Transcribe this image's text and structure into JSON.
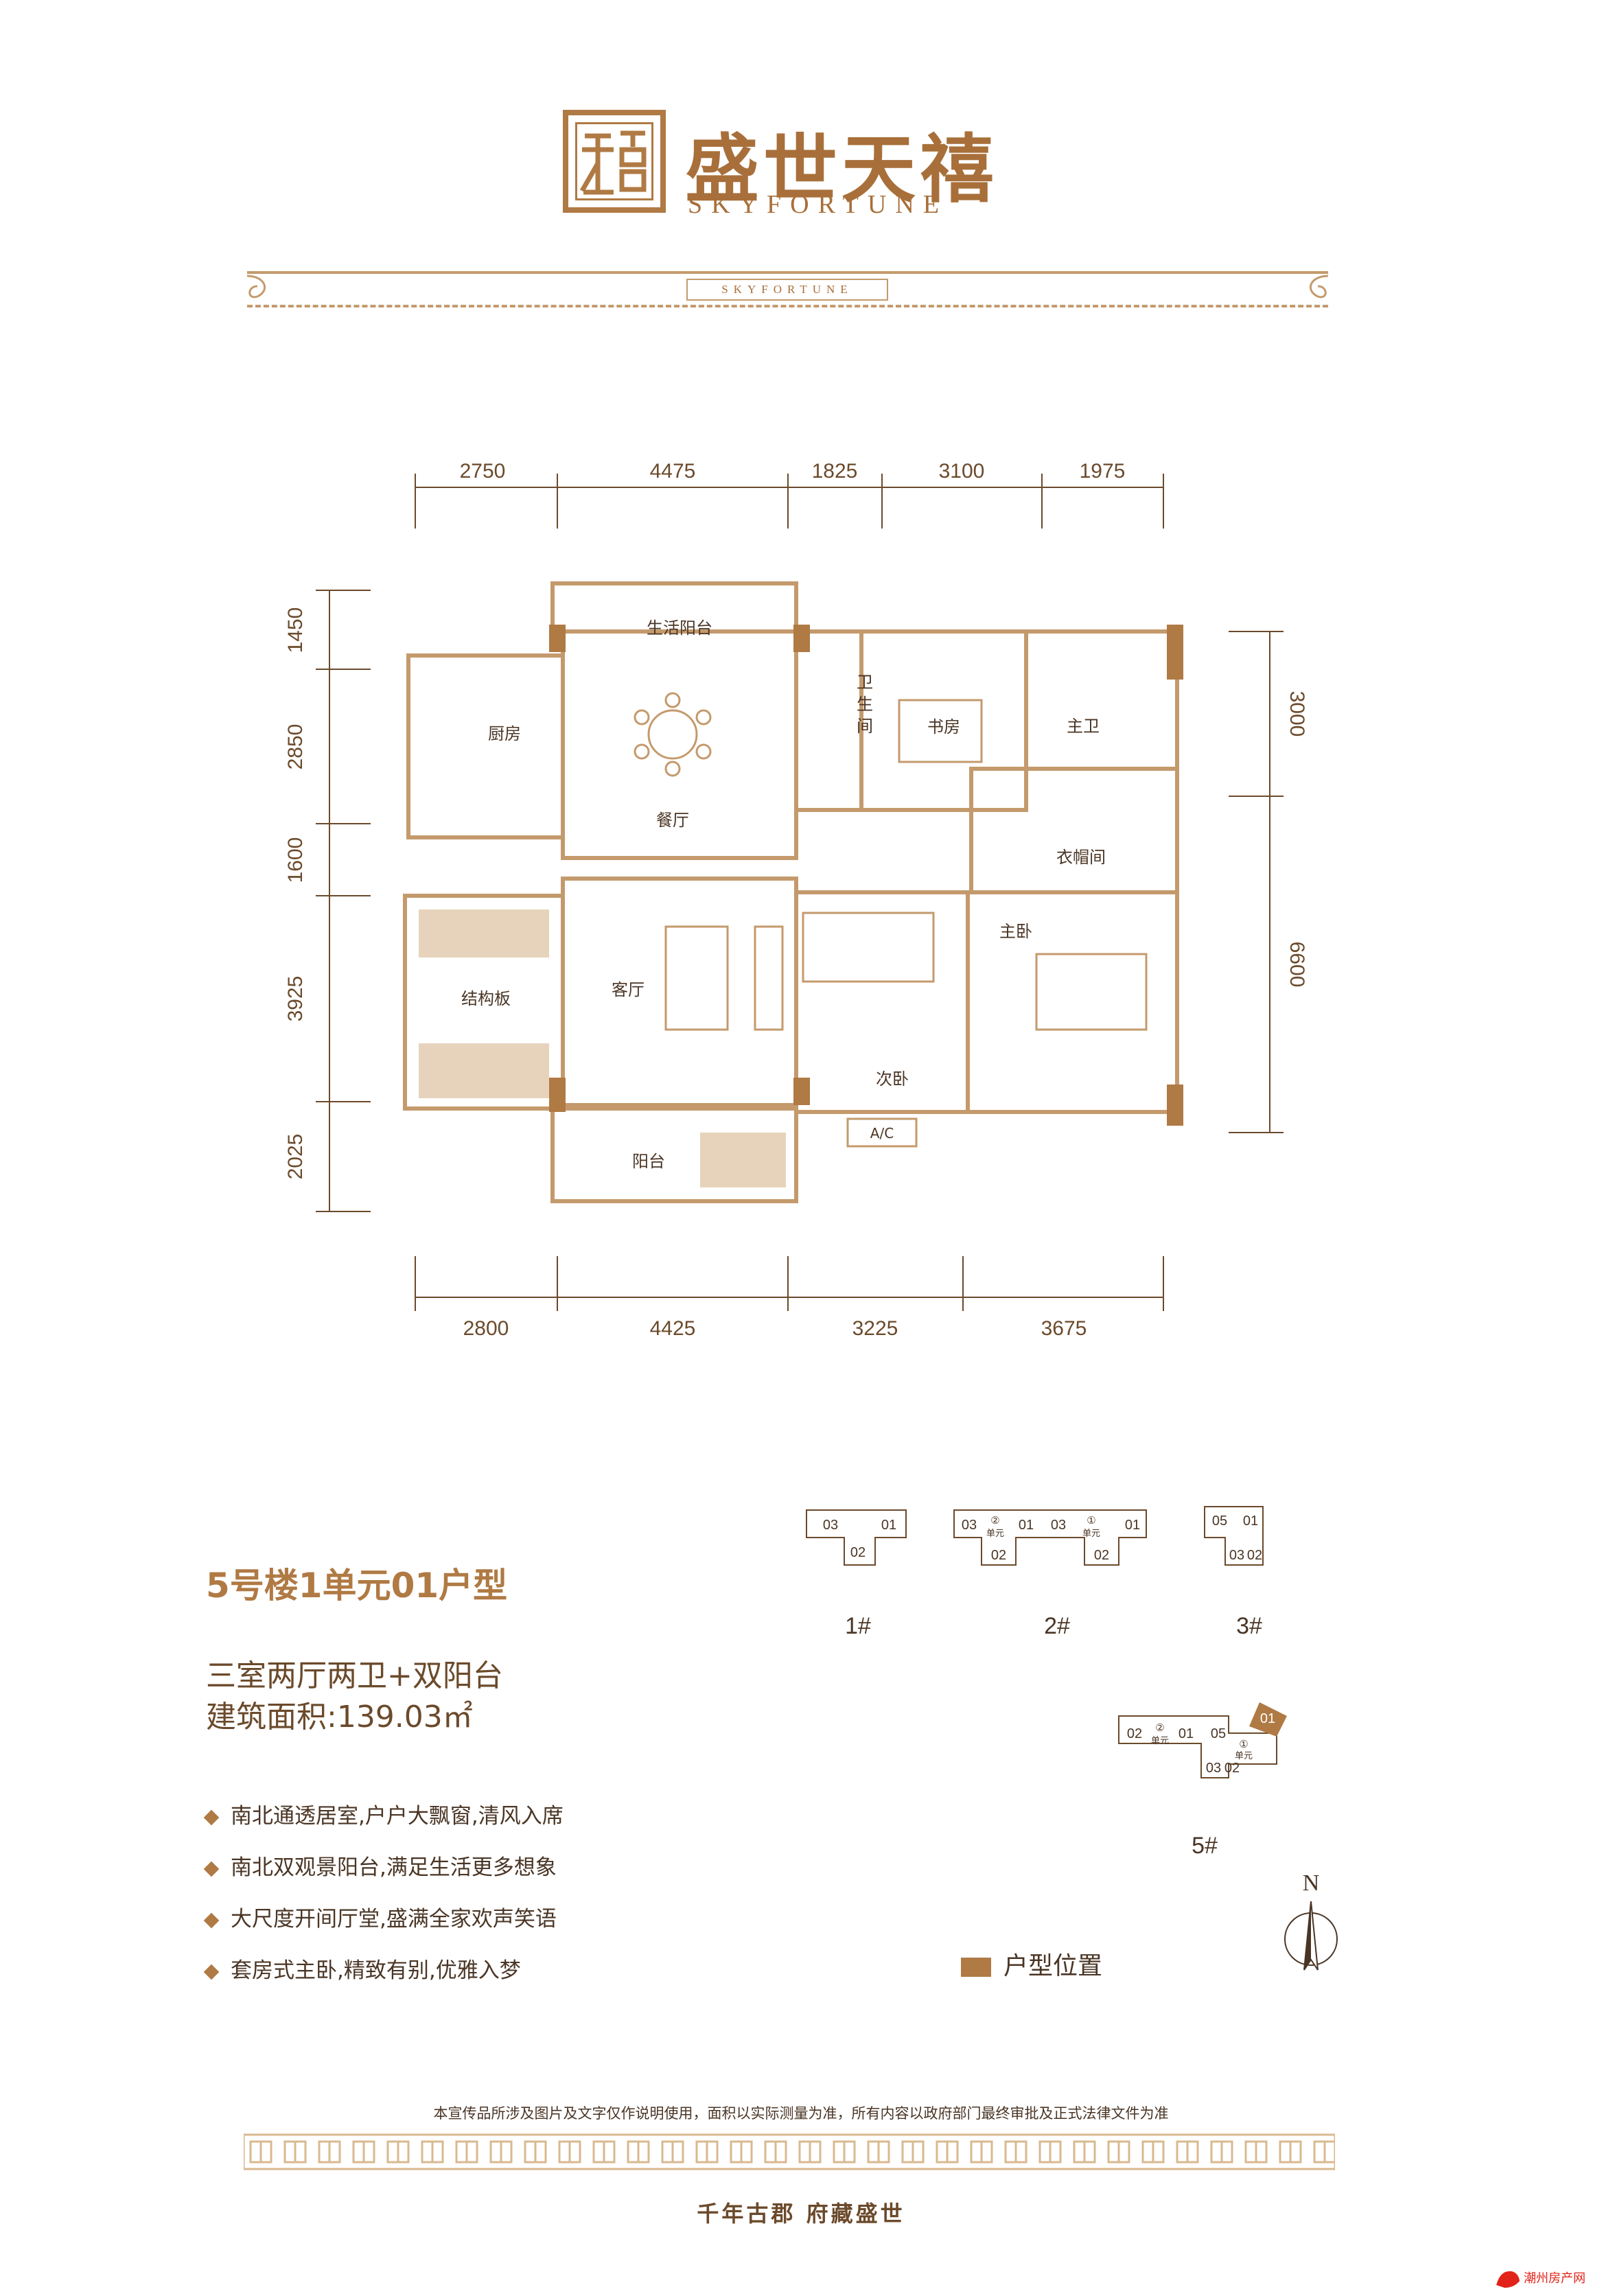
{
  "brand": {
    "name_cn": "盛世天禧",
    "name_en": "SKYFORTUNE",
    "badge": "SKYFORTUNE",
    "seal_text": "天禧"
  },
  "floorplan": {
    "top_dims": [
      "2750",
      "4475",
      "1825",
      "3100",
      "1975"
    ],
    "bottom_dims": [
      "2800",
      "4425",
      "3225",
      "3675"
    ],
    "left_dims": [
      "1450",
      "2850",
      "1600",
      "3925",
      "2025"
    ],
    "right_dims": [
      "3000",
      "6600"
    ],
    "rooms": {
      "utility_balcony": "生活阳台",
      "kitchen": "厨房",
      "dining": "餐厅",
      "bathroom_a": "卫",
      "bathroom_b": "生",
      "bathroom_c": "间",
      "study": "书房",
      "master_bath": "主卫",
      "walk_in_closet": "衣帽间",
      "structural_slab": "结构板",
      "living": "客厅",
      "master_bedroom": "主卧",
      "second_bedroom": "次卧",
      "balcony": "阳台",
      "ac_label": "A/C"
    }
  },
  "unit": {
    "title": "5号楼1单元01户型",
    "layout": "三室两厅两卫+双阳台",
    "area": "建筑面积:139.03㎡"
  },
  "features": [
    "南北通透居室,户户大飘窗,清风入席",
    "南北双观景阳台,满足生活更多想象",
    "大尺度开间厅堂,盛满全家欢声笑语",
    "套房式主卧,精致有别,优雅入梦"
  ],
  "site": {
    "buildings": [
      {
        "label": "1#",
        "cells": [
          "03",
          "01",
          "02"
        ]
      },
      {
        "label": "2#",
        "cells": [
          "03",
          "②",
          "单元",
          "01",
          "03",
          "①",
          "单元",
          "01",
          "02",
          "02"
        ]
      },
      {
        "label": "3#",
        "cells": [
          "05",
          "01",
          "03",
          "02"
        ]
      },
      {
        "label": "5#",
        "cells": [
          "02",
          "②",
          "单元",
          "01",
          "05",
          "①",
          "单元",
          "01",
          "03",
          "02"
        ]
      }
    ],
    "north": "N",
    "legend": "户型位置",
    "highlight_color": "#b07a44"
  },
  "footer": {
    "disclaimer": "本宣传品所涉及图片及文字仅作说明使用，面积以实际测量为准，所有内容以政府部门最终审批及正式法律文件为准",
    "motto": "千年古郡  府藏盛世",
    "watermark": "潮州房产网"
  },
  "colors": {
    "accent": "#b07a44",
    "line": "#c49a6c",
    "text": "#4a3525"
  }
}
